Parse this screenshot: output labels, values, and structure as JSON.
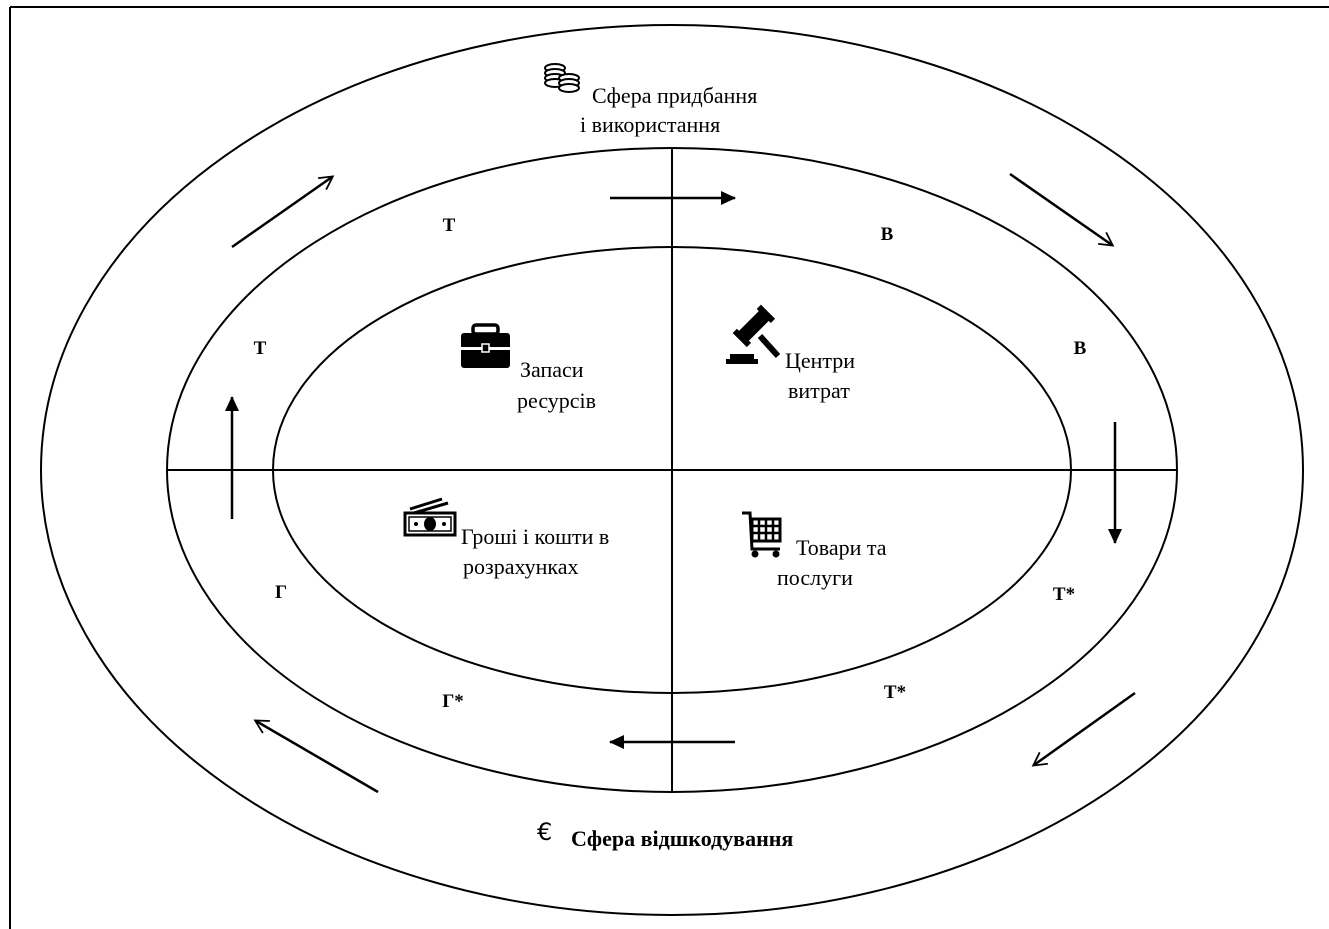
{
  "spheres": {
    "acquisition_line1": "Сфера придбання",
    "acquisition_line2": "і використання",
    "compensation": "Сфера відшкодування"
  },
  "quadrants": {
    "resources_line1": "Запаси",
    "resources_line2": "ресурсів",
    "costs_line1": "Центри",
    "costs_line2": "витрат",
    "money_line1": "Гроші і кошти в",
    "money_line2": "розрахунках",
    "goods_line1": "Товари та",
    "goods_line2": "послуги"
  },
  "letters": {
    "t_top": "Т",
    "v_top": "В",
    "t_left": "Т",
    "v_right": "В",
    "g_left": "Г",
    "t_star_right": "Т*",
    "g_star_bottom": "Г*",
    "t_star_bottom": "Т*"
  },
  "icons": {
    "coins": "coins-icon",
    "euro": "euro-icon",
    "briefcase": "briefcase-icon",
    "gavel": "gavel-icon",
    "money": "money-bill-icon",
    "cart": "shopping-cart-icon"
  }
}
